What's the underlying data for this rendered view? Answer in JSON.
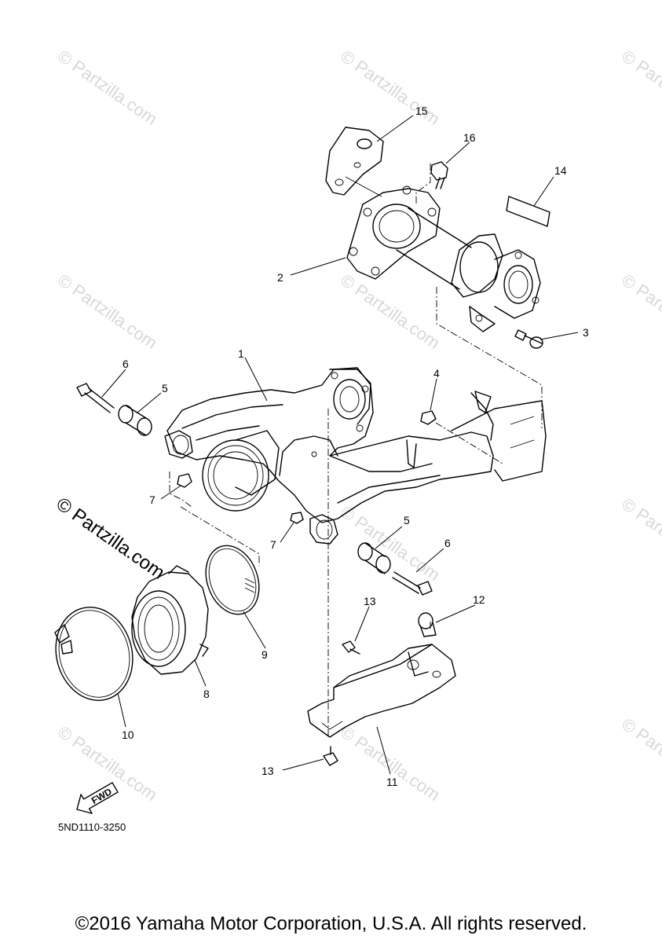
{
  "watermark": {
    "faint": "© Partzilla.com",
    "bold": "© Partzilla.com"
  },
  "callouts": [
    "1",
    "2",
    "3",
    "4",
    "5",
    "5",
    "6",
    "6",
    "7",
    "7",
    "8",
    "9",
    "10",
    "11",
    "12",
    "13",
    "13",
    "14",
    "15",
    "16"
  ],
  "fwd_label": "FWD",
  "diagram_code": "5ND1110-3250",
  "copyright": "©2016 Yamaha Motor Corporation, U.S.A. All rights reserved."
}
